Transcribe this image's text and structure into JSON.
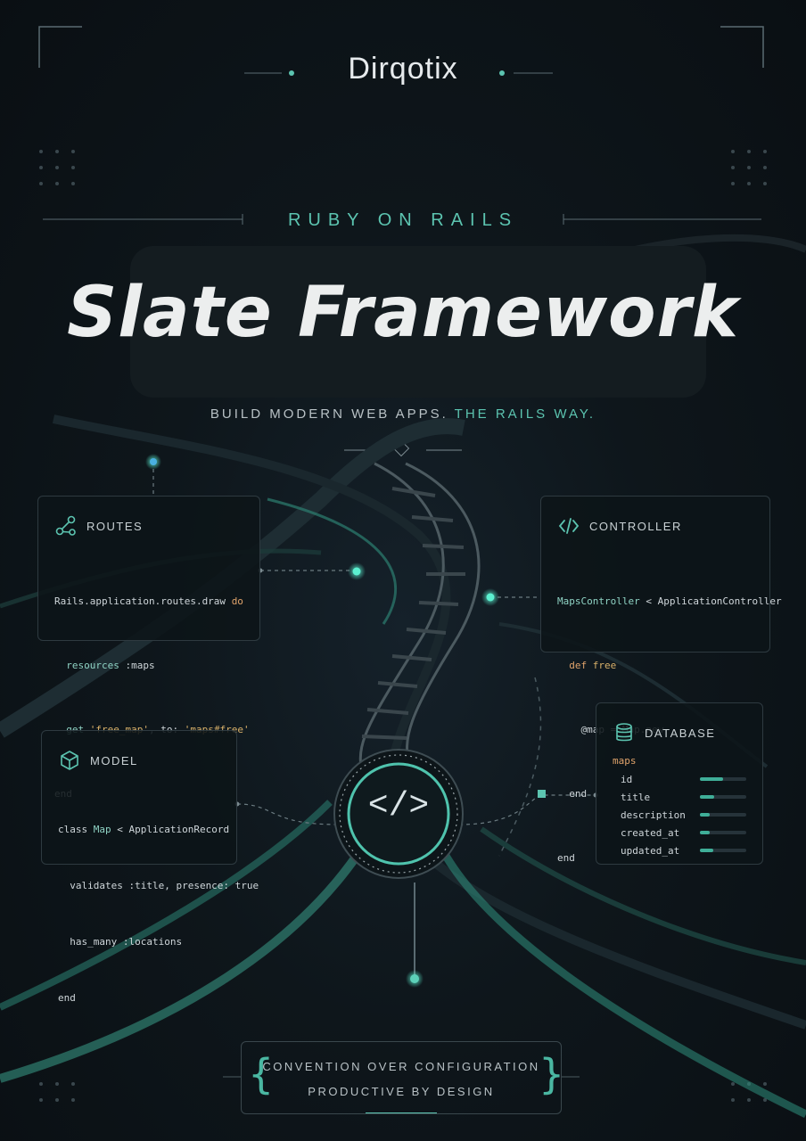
{
  "brand": {
    "name": "Dirqotix"
  },
  "hero": {
    "kicker": "RUBY ON RAILS",
    "title": "Slate Framework",
    "tagline_main": "BUILD MODERN WEB APPS.",
    "tagline_accent": "THE RAILS WAY."
  },
  "cards": {
    "routes": {
      "title": "ROUTES",
      "icon": "graph-nodes-icon",
      "lines": [
        [
          "Rails.application.routes.draw ",
          "do"
        ],
        [
          "  resources ",
          ":maps"
        ],
        [
          "  get ",
          "'free_map'",
          ", to: ",
          "'maps#free'"
        ],
        [
          "end"
        ]
      ]
    },
    "controller": {
      "title": "CONTROLLER",
      "icon": "code-brackets-icon",
      "lines": [
        [
          "MapsController",
          " < ApplicationController"
        ],
        [
          "  def ",
          "free"
        ],
        [
          "    @map = Map.new"
        ],
        [
          "  end"
        ],
        [
          "end"
        ]
      ]
    },
    "model": {
      "title": "MODEL",
      "icon": "cube-icon",
      "lines": [
        [
          "class ",
          "Map",
          " < ApplicationRecord"
        ],
        [
          "  validates :title, presence: true"
        ],
        [
          "  has_many :locations"
        ],
        [
          "end"
        ]
      ]
    },
    "database": {
      "title": "DATABASE",
      "icon": "database-icon",
      "table": "maps",
      "columns": [
        {
          "name": "id",
          "fill": 0.5
        },
        {
          "name": "title",
          "fill": 0.3
        },
        {
          "name": "description",
          "fill": 0.22
        },
        {
          "name": "created_at",
          "fill": 0.22
        },
        {
          "name": "updated_at",
          "fill": 0.28
        }
      ]
    }
  },
  "hub": {
    "label": "</>"
  },
  "footer": {
    "line1": "CONVENTION OVER CONFIGURATION",
    "line2": "PRODUCTIVE BY DESIGN"
  },
  "colors": {
    "accent": "#5cc4b0",
    "background": "#0c1216",
    "keyword": "#e0a36b"
  }
}
